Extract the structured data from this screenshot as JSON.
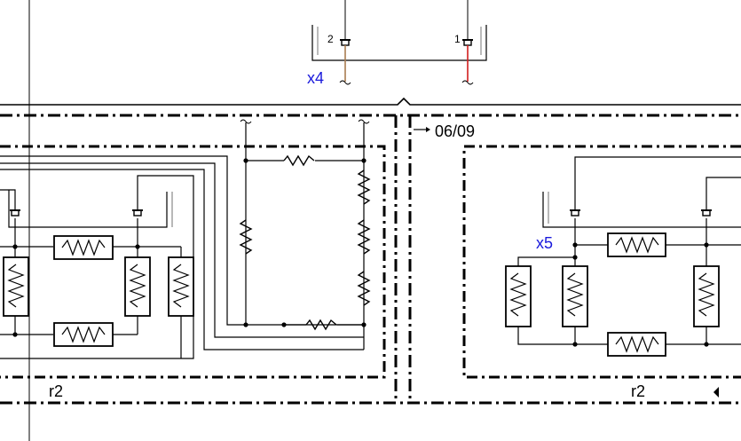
{
  "labels": {
    "pin_2": "2",
    "pin_1": "1",
    "connector_x4": "x4",
    "connector_x5": "x5",
    "page_ref": "06/09",
    "zone_left": "r2",
    "zone_right": "r2"
  },
  "colors": {
    "line": "#000000",
    "connector_label": "#1a1adc",
    "wire_brown": "#a97c50",
    "wire_red": "#d21e1e",
    "frame": "#555555"
  },
  "icons": {
    "arrow": "right-arrow-icon",
    "resistor": "resistor-zigzag-icon",
    "connector": "connector-pin-icon"
  }
}
